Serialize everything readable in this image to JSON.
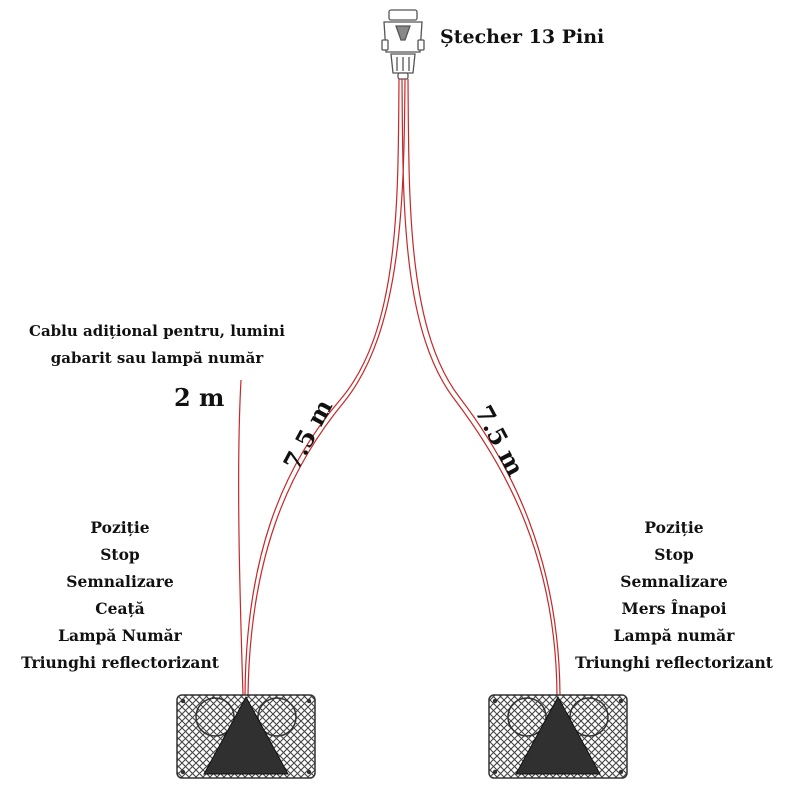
{
  "plug": {
    "title": "Ștecher 13 Pini",
    "icon": "trailer-plug-13-pin-icon"
  },
  "extra_cable": {
    "label": "Cablu adițional pentru, lumini gabarit sau lampă număr",
    "length": "2 m"
  },
  "cables": {
    "left_length": "7.5 m",
    "right_length": "7.5 m",
    "wire_color": "#c62828"
  },
  "left_lamp": {
    "functions": [
      "Poziție",
      "Stop",
      "Semnalizare",
      "Ceață",
      "Lampă Număr",
      "Triunghi reflectorizant"
    ]
  },
  "right_lamp": {
    "functions": [
      "Poziție",
      "Stop",
      "Semnalizare",
      "Mers Înapoi",
      "Lampă număr",
      "Triunghi reflectorizant"
    ]
  }
}
